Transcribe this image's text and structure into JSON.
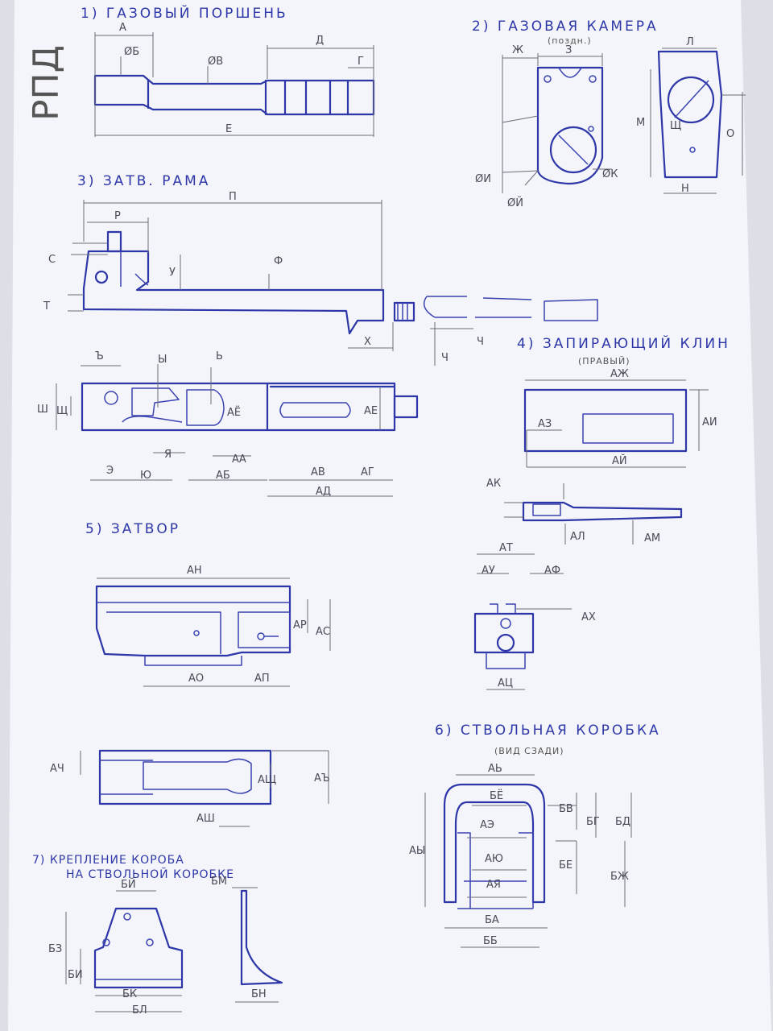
{
  "side_text": "РПД",
  "sections": [
    {
      "title": "1) ГАЗОВЫЙ ПОРШЕНЬ",
      "subtitle": ""
    },
    {
      "title": "2) ГАЗОВАЯ КАМЕРА",
      "subtitle": "(поздн.)"
    },
    {
      "title": "3) ЗАТВ. РАМА",
      "subtitle": ""
    },
    {
      "title": "4) ЗАПИРАЮЩИЙ КЛИН",
      "subtitle": "(ПРАВЫЙ)"
    },
    {
      "title": "5) ЗАТВОР",
      "subtitle": ""
    },
    {
      "title": "6) СТВОЛЬНАЯ КОРОБКА",
      "subtitle": "(ВИД СЗАДИ)"
    },
    {
      "title": "7) КРЕПЛЕНИЕ КОРОБА",
      "subtitle": "НА СТВОЛЬНОЙ КОРОБКЕ"
    }
  ],
  "dims": {
    "A": "А",
    "B": "ØБ",
    "V": "ØВ",
    "G": "Г",
    "D": "Д",
    "E": "Е",
    "Zh": "Ж",
    "Z": "З",
    "I": "ØИ",
    "K": "ØК",
    "Y": "ØЙ",
    "L": "Л",
    "M": "М",
    "N": "Н",
    "O": "О",
    "Shch": "Щ",
    "P": "П",
    "R": "Р",
    "S": "С",
    "T": "Т",
    "U": "У",
    "F": "Ф",
    "X": "Х",
    "Ch": "Ч",
    "Ch2": "Ч",
    "Sh": "Ш",
    "Shch2": "Щ",
    "Hard": "Ъ",
    "Yi": "Ы",
    "Soft": "Ь",
    "E2": "Э",
    "Yu": "Ю",
    "Ya": "Я",
    "AA": "АА",
    "AB": "АБ",
    "AV": "АВ",
    "AG": "АГ",
    "AD": "АД",
    "AE": "АЕ",
    "AEYO": "АЁ",
    "AZh": "АЖ",
    "AZ": "АЗ",
    "AI": "АИ",
    "AY": "АЙ",
    "AK": "АК",
    "AL": "АЛ",
    "AM": "АМ",
    "AN": "АН",
    "AO": "АО",
    "AP": "АП",
    "AR": "АР",
    "AS": "АС",
    "AT": "АТ",
    "AU": "АУ",
    "AF": "АФ",
    "AX": "АХ",
    "ATs": "АЦ",
    "ACh": "АЧ",
    "ASh": "АШ",
    "AShch": "АЩ",
    "AHard": "АЪ",
    "AYi": "АЫ",
    "ASoft": "АЬ",
    "AE2": "АЭ",
    "AYu": "АЮ",
    "AYa": "АЯ",
    "BA": "БА",
    "BB": "ББ",
    "BV": "БВ",
    "BG": "БГ",
    "BD": "БД",
    "BE": "БЕ",
    "BEYO": "БЁ",
    "BZh": "БЖ",
    "BZ": "БЗ",
    "BI": "БИ",
    "BY": "БЙ",
    "BK": "БК",
    "BL": "БЛ",
    "BM": "БМ",
    "BN": "БН"
  }
}
